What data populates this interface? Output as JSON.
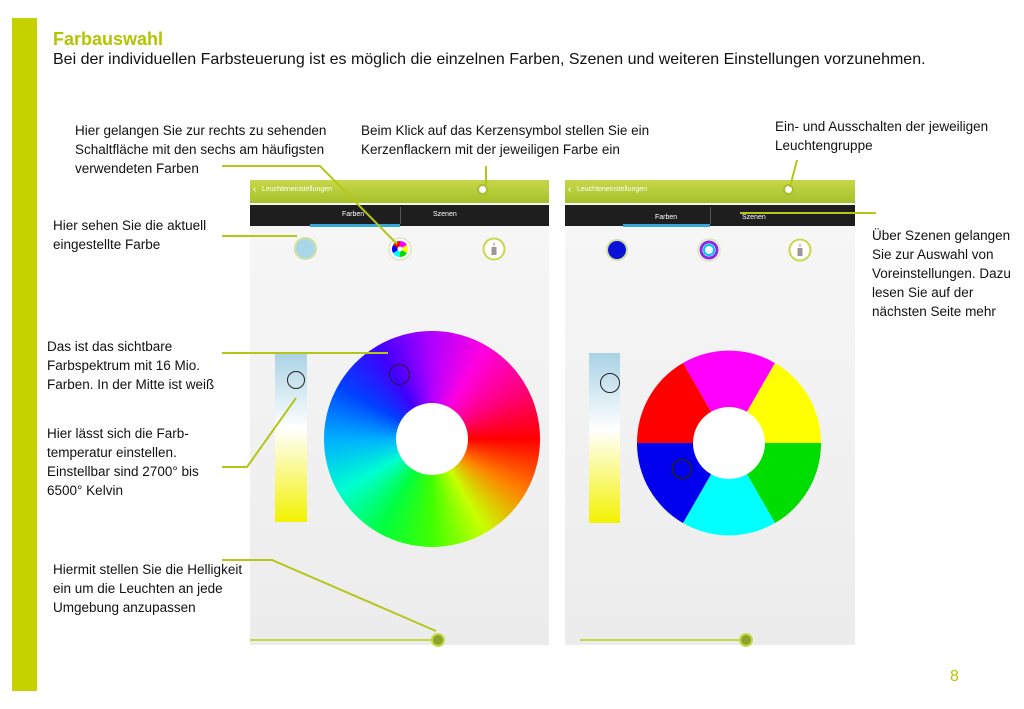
{
  "title": "Farbauswahl",
  "subtitle": "Bei der individuellen Farbsteuerung ist es möglich die einzelnen Farben, Szenen und weiteren Einstellungen vorzunehmen.",
  "notes": {
    "favorites": "Hier gelangen Sie zur rechts zu sehenden Schaltfläche mit den sechs am häufigsten verwendeten Farben",
    "candle": "Beim Klick auf das Kerzensymbol stellen Sie ein Kerzenflackern mit der jeweiligen Farbe ein",
    "power": "Ein- und Ausschalten der jeweiligen Leuchtengruppe",
    "current_color": "Hier sehen Sie die aktuell eingestellte Farbe",
    "scenes": "Über Szenen gelangen Sie zur Auswahl von Voreinstellungen. Dazu lesen Sie auf der nächsten Seite mehr",
    "spectrum": "Das ist das sichtbare Farbspektrum mit 16 Mio. Farben. In der Mitte ist weiß",
    "temperature": "Hier lässt sich die Farb-temperatur einstellen. Einstellbar sind 2700° bis 6500° Kelvin",
    "brightness": "Hiermit stellen Sie die Helligkeit ein um die Leuchten an jede Umgebung anzupassen"
  },
  "app": {
    "title": "Leuchteneinstellungen",
    "tab_colors": "Farben",
    "tab_scenes": "Szenen"
  },
  "page_number": "8",
  "colors": {
    "accent": "#c5d200",
    "title": "#b5c400",
    "tab_highlight": "#35a6d8",
    "current_color_left": "#a9d6e8",
    "current_color_right": "#0a10d8"
  },
  "favorite_colors": [
    "#ff00ff",
    "#ffff00",
    "#00dd00",
    "#00ffff",
    "#0000ee",
    "#ff0000"
  ]
}
